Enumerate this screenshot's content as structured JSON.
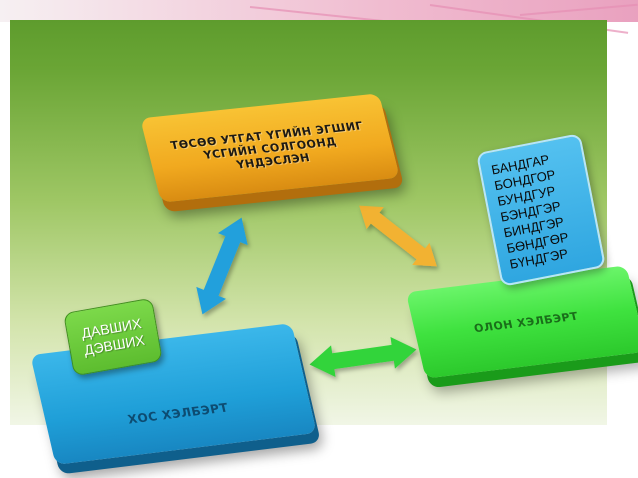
{
  "boxes": {
    "top": {
      "label": "ТӨСӨӨ УТГАТ ҮГИЙН ЭГШИГ ҮСГИЙН СОЛГООНД ҮНДЭСЛЭН"
    },
    "right": {
      "label": "ОЛОН ХЭЛБЭРТ"
    },
    "left": {
      "label": "ХОС ХЭЛБЭРТ"
    }
  },
  "notes": {
    "pair_examples": [
      "ДАВШИХ",
      "ДЭВШИХ"
    ],
    "multi_examples": [
      "БАНДГАР",
      "БОНДГОР",
      "БУНДГУР",
      "БЭНДГЭР",
      "БИНДГЭР",
      "БӨНДГӨР",
      "БҮНДГЭР"
    ]
  },
  "colors": {
    "top_box": "#f1a91f",
    "right_box": "#3fe23f",
    "left_box": "#1f9fd8",
    "arrow_top_left": "#22a0dc",
    "arrow_top_right": "#f2b233",
    "arrow_left_right": "#33d43a"
  }
}
